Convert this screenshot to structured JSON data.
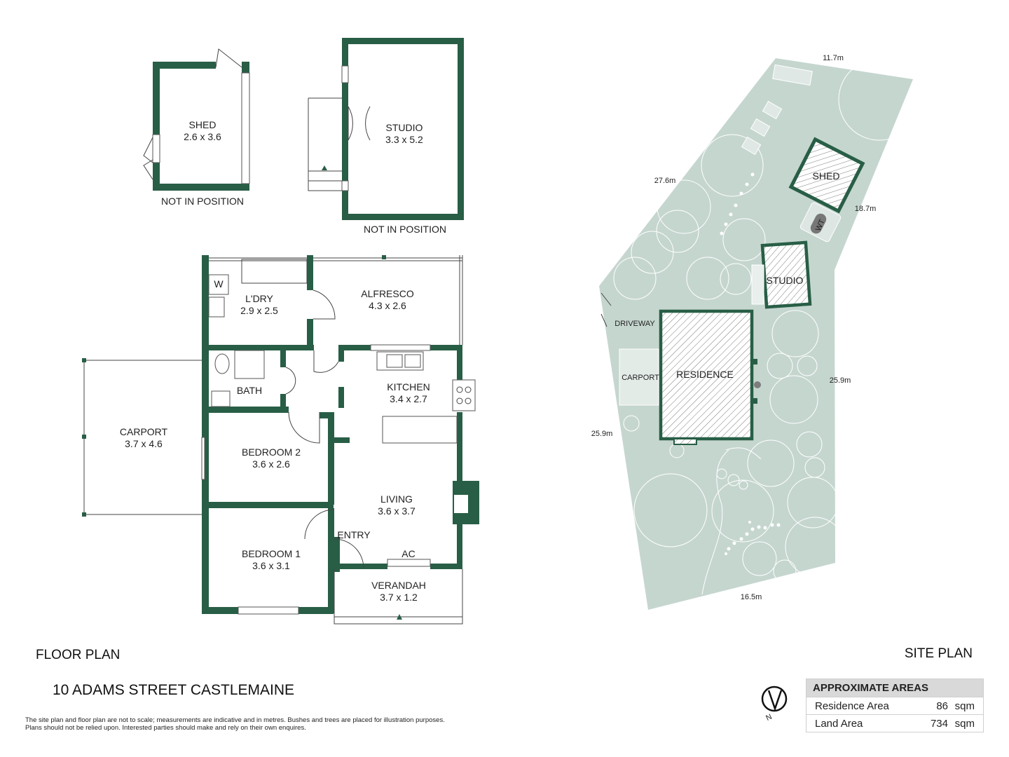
{
  "floor_plan": {
    "heading": "FLOOR PLAN",
    "rooms": [
      {
        "name": "SHED",
        "size": "2.6 x 3.6"
      },
      {
        "name": "STUDIO",
        "size": "3.3 x 5.2"
      },
      {
        "name": "L'DRY",
        "size": "2.9 x 2.5"
      },
      {
        "name": "ALFRESCO",
        "size": "4.3 x 2.6"
      },
      {
        "name": "BATH"
      },
      {
        "name": "KITCHEN",
        "size": "3.4 x 2.7"
      },
      {
        "name": "CARPORT",
        "size": "3.7 x 4.6"
      },
      {
        "name": "BEDROOM 2",
        "size": "3.6 x 2.6"
      },
      {
        "name": "LIVING",
        "size": "3.6 x 3.7"
      },
      {
        "name": "BEDROOM 1",
        "size": "3.6 x 3.1"
      },
      {
        "name": "VERANDAH",
        "size": "3.7 x 1.2"
      }
    ],
    "notes": [
      "NOT IN POSITION",
      "NOT IN POSITION"
    ],
    "markers": {
      "washer": "W",
      "entry": "ENTRY",
      "ac": "AC"
    }
  },
  "site_plan": {
    "heading": "SITE PLAN",
    "labels": {
      "shed": "SHED",
      "studio": "STUDIO",
      "residence": "RESIDENCE",
      "carport": "CARPORT",
      "driveway": "DRIVEWAY",
      "water_tank": "WT"
    },
    "dimensions": {
      "top": "11.7m",
      "left_upper": "27.6m",
      "right_upper": "18.7m",
      "right_lower": "25.9m",
      "left_lower": "25.9m",
      "bottom": "16.5m"
    }
  },
  "address": "10 ADAMS STREET CASTLEMAINE",
  "disclaimer": [
    "The site plan and floor plan are not to scale; measurements are indicative and in metres. Bushes and trees are placed for illustration purposes.",
    "Plans should not be relied upon. Interested parties should make and rely on their own enquires."
  ],
  "north_label": "N",
  "areas": {
    "title": "APPROXIMATE AREAS",
    "rows": [
      {
        "name": "Residence Area",
        "value": "86",
        "unit": "sqm"
      },
      {
        "name": "Land Area",
        "value": "734",
        "unit": "sqm"
      }
    ]
  },
  "colors": {
    "wall": "#285e46",
    "site_fill": "#c5d6cf",
    "tree_outline": "#ffffff"
  }
}
